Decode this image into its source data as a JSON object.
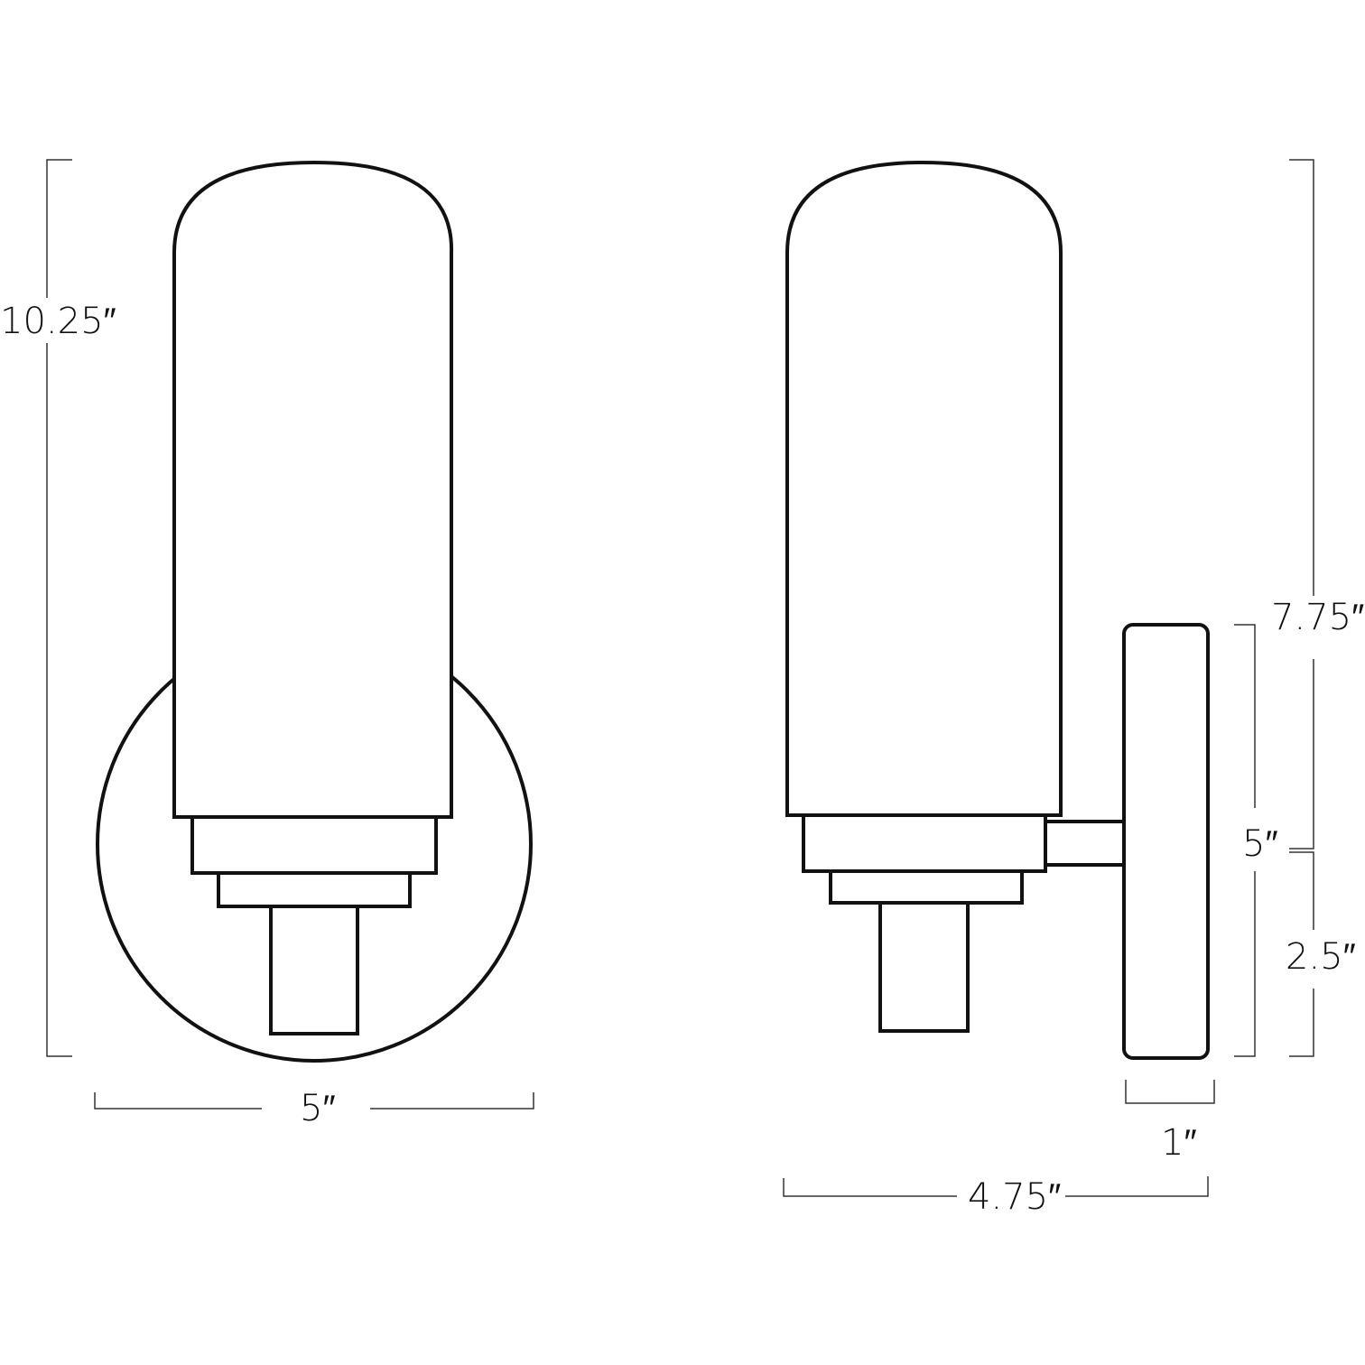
{
  "title": "Wall sconce dimension drawing",
  "stroke_color": "#111111",
  "dim_line_color": "#333333",
  "front_view": {
    "height_label": "10.25″",
    "width_label": "5″"
  },
  "side_view": {
    "overall_height_label": "7.75″",
    "backplate_height_label": "5″",
    "arm_height_label": "2.5″",
    "backplate_depth_label": "1″",
    "extension_label": "4.75″"
  }
}
